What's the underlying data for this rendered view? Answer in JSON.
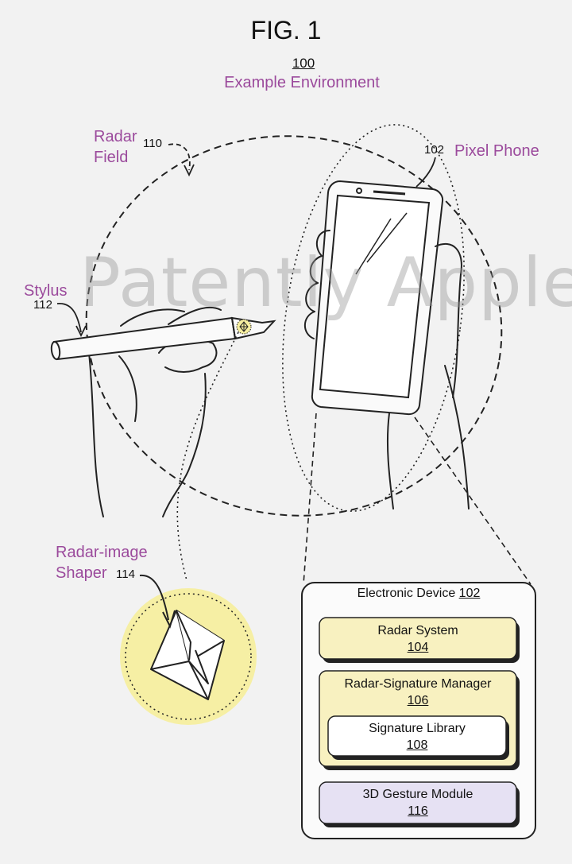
{
  "figure": {
    "title": "FIG. 1",
    "ref": "100",
    "subtitle": "Example Environment"
  },
  "labels": {
    "radar_field_line1": "Radar",
    "radar_field_line2": "Field",
    "radar_field_num": "110",
    "pixel_phone": "Pixel Phone",
    "pixel_phone_num": "102",
    "stylus": "Stylus",
    "stylus_num": "112",
    "shaper_line1": "Radar-image",
    "shaper_line2": "Shaper",
    "shaper_num": "114"
  },
  "watermark": "Patently Apple",
  "device_box": {
    "title": "Electronic Device",
    "title_num": "102",
    "radar_system": "Radar System",
    "radar_system_num": "104",
    "signature_manager": "Radar-Signature Manager",
    "signature_manager_num": "106",
    "signature_library": "Signature Library",
    "signature_library_num": "108",
    "gesture_module": "3D Gesture Module",
    "gesture_module_num": "116"
  },
  "colors": {
    "label_purple": "#9b4a9c",
    "yellow_fill": "#f8f1c0",
    "lavender_fill": "#e6e1f3",
    "background": "#f2f2f2"
  }
}
